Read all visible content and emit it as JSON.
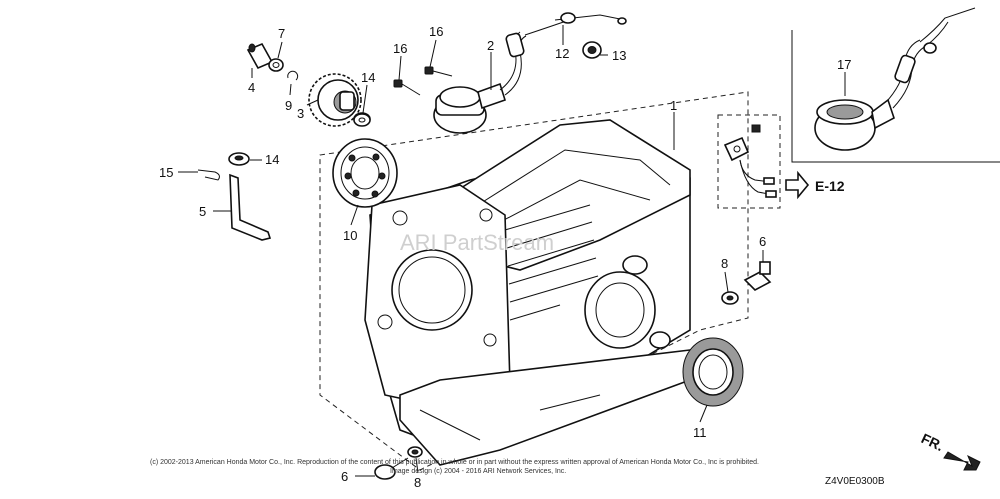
{
  "callouts": {
    "c1": "1",
    "c2": "2",
    "c3": "3",
    "c4": "4",
    "c5": "5",
    "c6a": "6",
    "c6b": "6",
    "c7": "7",
    "c8a": "8",
    "c8b": "8",
    "c9": "9",
    "c10": "10",
    "c11": "11",
    "c12": "12",
    "c13": "13",
    "c14a": "14",
    "c14b": "14",
    "c15": "15",
    "c16a": "16",
    "c16b": "16",
    "c17": "17"
  },
  "reference": "E-12",
  "watermark": "ARI PartStream",
  "copyright_line1": "(c) 2002-2013 American Honda Motor Co., Inc. Reproduction of the content of this publication in whole or in part without the express written approval of American Honda Motor Co., Inc is prohibited.",
  "copyright_line2": "Image design (c) 2004 - 2016 ARI Network Services, Inc.",
  "diagram_code": "Z4V0E0300B",
  "direction_label": "FR."
}
